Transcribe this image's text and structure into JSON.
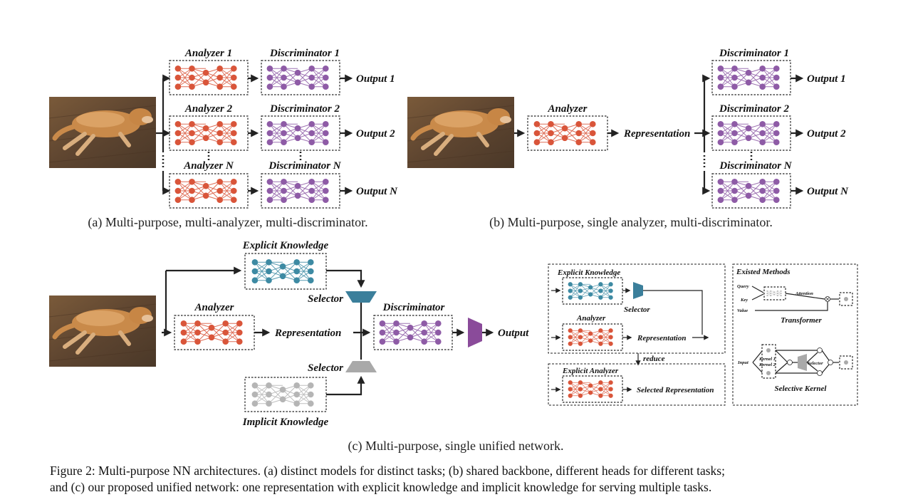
{
  "panel_a": {
    "analyzers": [
      "Analyzer 1",
      "Analyzer 2",
      "Analyzer N"
    ],
    "discriminators": [
      "Discriminator 1",
      "Discriminator 2",
      "Discriminator N"
    ],
    "outputs": [
      "Output 1",
      "Output 2",
      "Output N"
    ],
    "caption": "(a) Multi-purpose, multi-analyzer, multi-discriminator."
  },
  "panel_b": {
    "analyzer": "Analyzer",
    "representation": "Representation",
    "discriminators": [
      "Discriminator 1",
      "Discriminator 2",
      "Discriminator N"
    ],
    "outputs": [
      "Output 1",
      "Output 2",
      "Output N"
    ],
    "caption": "(b) Multi-purpose, single analyzer, multi-discriminator."
  },
  "panel_c": {
    "explicit_knowledge": "Explicit Knowledge",
    "implicit_knowledge": "Implicit Knowledge",
    "analyzer": "Analyzer",
    "representation": "Representation",
    "selector": "Selector",
    "discriminator": "Discriminator",
    "output": "Output",
    "caption": "(c) Multi-purpose, single unified network."
  },
  "inset_left": {
    "explicit_knowledge": "Explicit Knowledge",
    "selector": "Selector",
    "analyzer": "Analyzer",
    "representation": "Representation",
    "reduce": "reduce",
    "explicit_analyzer": "Explicit Analyzer",
    "selected_representation": "Selected Representation"
  },
  "inset_right": {
    "title": "Existed Methods",
    "query": "Query",
    "key": "Key",
    "value": "Value",
    "attention": "Attention",
    "transformer": "Transformer",
    "input": "Input",
    "kernel1": "Kernel 1",
    "kernel2": "Kernel 2",
    "selector": "Selector",
    "selective_kernel": "Selective Kernel"
  },
  "figure_caption": {
    "line1": "Figure 2: Multi-purpose NN architectures. (a) distinct models for distinct tasks; (b) shared backbone, different heads for different tasks;",
    "line2": "and (c) our proposed unified network: one representation with explicit knowledge and implicit knowledge for serving multiple tasks."
  },
  "colors": {
    "analyzer": "#d9553a",
    "discriminator": "#8e5ba6",
    "explicit": "#3d8aa3",
    "implicit": "#b5b5b5",
    "selector_explicit": "#3b7f9b",
    "selector_implicit": "#a9a9a9",
    "output_head": "#8a4b9a"
  }
}
